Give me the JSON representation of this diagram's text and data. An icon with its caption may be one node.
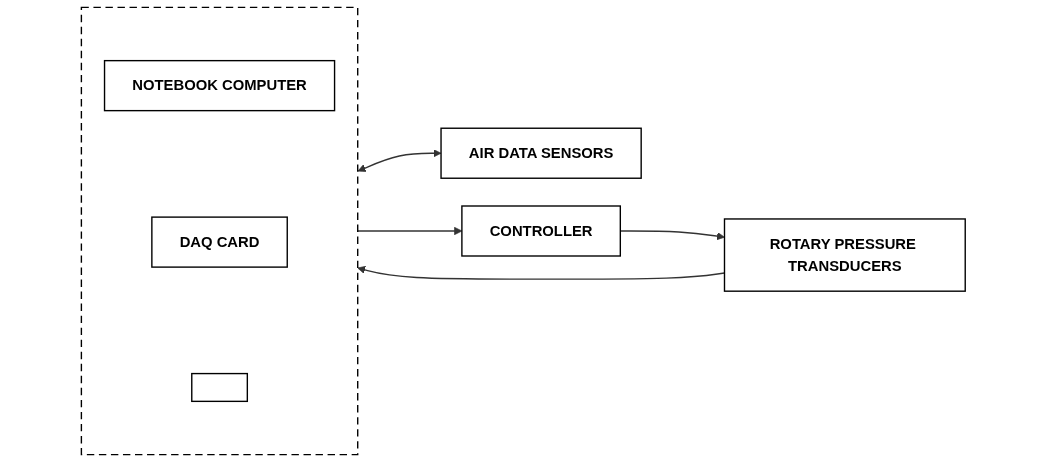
{
  "diagram": {
    "nodes": [
      {
        "text": [],
        "shape": "box"
      },
      {
        "text": [
          "NOTEBOOK COMPUTER"
        ],
        "in": 0
      },
      {
        "text": [
          "DAQ CARD"
        ],
        "in": 0
      },
      {
        "text": [],
        "shape": "box",
        "in": 0
      },
      {
        "text": [
          "AIR DATA SENSORS"
        ]
      },
      {
        "text": [
          "CONTROLLER"
        ]
      },
      {
        "text": [
          "ROTARY PRESSURE TRANSDUCERS"
        ]
      }
    ],
    "edges": [
      {
        "from": 0,
        "to": 4,
        "arrow": "both"
      },
      {
        "from": 0,
        "to": 5,
        "arrow": "to"
      },
      {
        "from": 5,
        "to": 6,
        "arrow": "to"
      },
      {
        "from": 6,
        "to": 0,
        "arrow": "to"
      }
    ]
  }
}
